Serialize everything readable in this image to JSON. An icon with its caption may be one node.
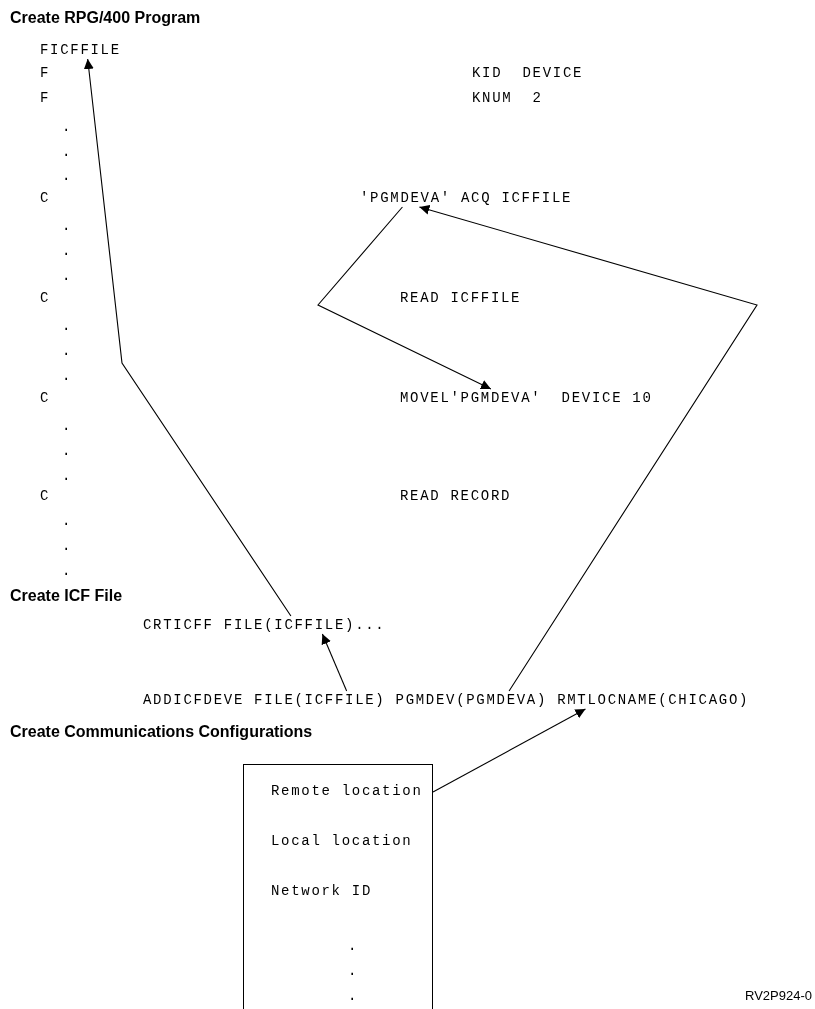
{
  "diagram": {
    "nodes": [
      {
        "text": [
          "FICFFILE"
        ]
      },
      {
        "text": [
          "'PGMDEVA' ACQ ICFFILE"
        ]
      },
      {
        "text": [
          "MOVEL'PGMDEVA'  DEVICE 10"
        ]
      },
      {
        "text": [
          "CRTICFF FILE(ICFFILE)..."
        ]
      },
      {
        "text": [
          "ADDICFDEVE FILE(ICFFILE) PGMDEV(PGMDEVA) RMTLOCNAME(CHICAGO)"
        ]
      },
      {
        "text": [
          "Remote location",
          "Local location",
          "Network ID",
          ".",
          ".",
          "."
        ]
      }
    ],
    "edges": [
      {
        "from": 3,
        "to": 0,
        "arrow": "to"
      },
      {
        "from": 4,
        "to": 3,
        "arrow": "to"
      },
      {
        "from": 4,
        "to": 1,
        "arrow": "to"
      },
      {
        "from": 1,
        "to": 2,
        "arrow": "to"
      },
      {
        "from": 5,
        "to": 4,
        "arrow": "to"
      }
    ],
    "labels": [
      "Create RPG/400 Program",
      "F",
      "KID  DEVICE",
      "F",
      "KNUM  2",
      ".",
      ".",
      ".",
      "C",
      ".",
      ".",
      ".",
      "C",
      "READ ICFFILE",
      ".",
      ".",
      ".",
      "C",
      ".",
      ".",
      ".",
      "C",
      "READ RECORD",
      ".",
      ".",
      ".",
      "Create ICF File",
      "Create Communications Configurations",
      "RV2P924-0"
    ]
  }
}
